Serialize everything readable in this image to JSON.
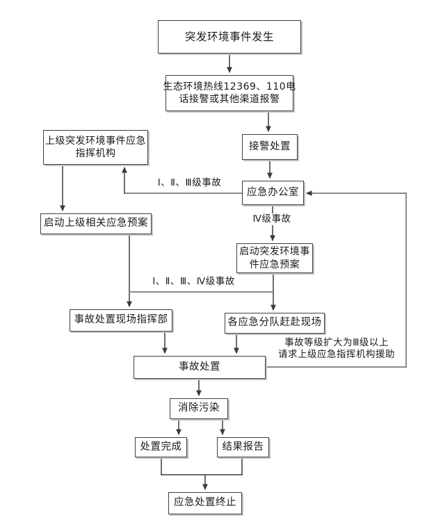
{
  "nodes": {
    "incident": {
      "label": "突发环境事件发生"
    },
    "hotline": {
      "line1": "生态环境热线12369、110电",
      "line2": "话接警或其他渠道报警"
    },
    "superior_command": {
      "line1": "上级突发环境事件应急",
      "line2": "指挥机构"
    },
    "alarm_handling": {
      "label": "接警处置"
    },
    "emergency_office": {
      "label": "应急办公室"
    },
    "superior_plan": {
      "label": "启动上级相关应急预案"
    },
    "incident_plan": {
      "line1": "启动突发环境事",
      "line2": "件应急预案"
    },
    "onsite_command": {
      "label": "事故处置现场指挥部"
    },
    "teams": {
      "label": "各应急分队赶赴现场"
    },
    "disposal": {
      "label": "事故处置"
    },
    "pollution": {
      "label": "消除污染"
    },
    "complete": {
      "label": "处置完成"
    },
    "report": {
      "label": "结果报告"
    },
    "termination": {
      "label": "应急处置终止"
    }
  },
  "edge_labels": {
    "levels_123": "Ⅰ、Ⅱ、Ⅲ级事故",
    "level_4": "Ⅳ级事故",
    "levels_1234": "Ⅰ、Ⅱ、Ⅲ、Ⅳ级事故",
    "escalation_line1": "事故等级扩大为Ⅲ级以上",
    "escalation_line2": "请求上级应急指挥机构援助"
  },
  "colors": {
    "background": "#ffffff",
    "box_border": "#3f3f3f",
    "arrow_line": "#3a3a3a",
    "connector_line": "#8a8a8a",
    "text": "#1a1a1a"
  }
}
